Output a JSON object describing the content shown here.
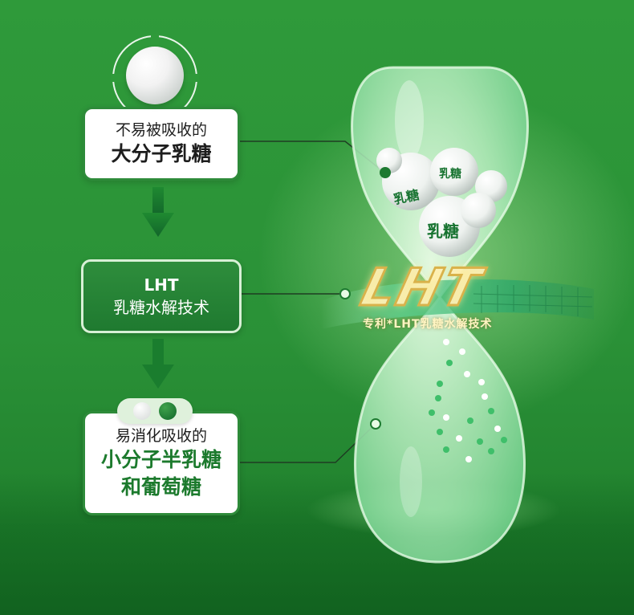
{
  "flow": {
    "step1": {
      "line1": "不易被吸收的",
      "line2": "大分子乳糖"
    },
    "step2": {
      "line1": "LHT",
      "line2": "乳糖水解技术"
    },
    "step3": {
      "line1": "易消化吸收的",
      "line2": "小分子半乳糖",
      "line3": "和葡萄糖"
    }
  },
  "hourglass": {
    "ball_labels": [
      "乳糖",
      "乳糖",
      "乳糖"
    ],
    "brand_word": "LHT",
    "patent_text": "专利*LHT乳糖水解技术"
  },
  "colors": {
    "background": "#2f9a3a",
    "dark_green": "#1f7a30",
    "text_green": "#1c7a2d",
    "gold": "#d9b24a"
  },
  "icons": [
    "arrow-down-icon",
    "arrow-down-icon",
    "lactose-ball-icon",
    "molecule-pill-icon"
  ]
}
